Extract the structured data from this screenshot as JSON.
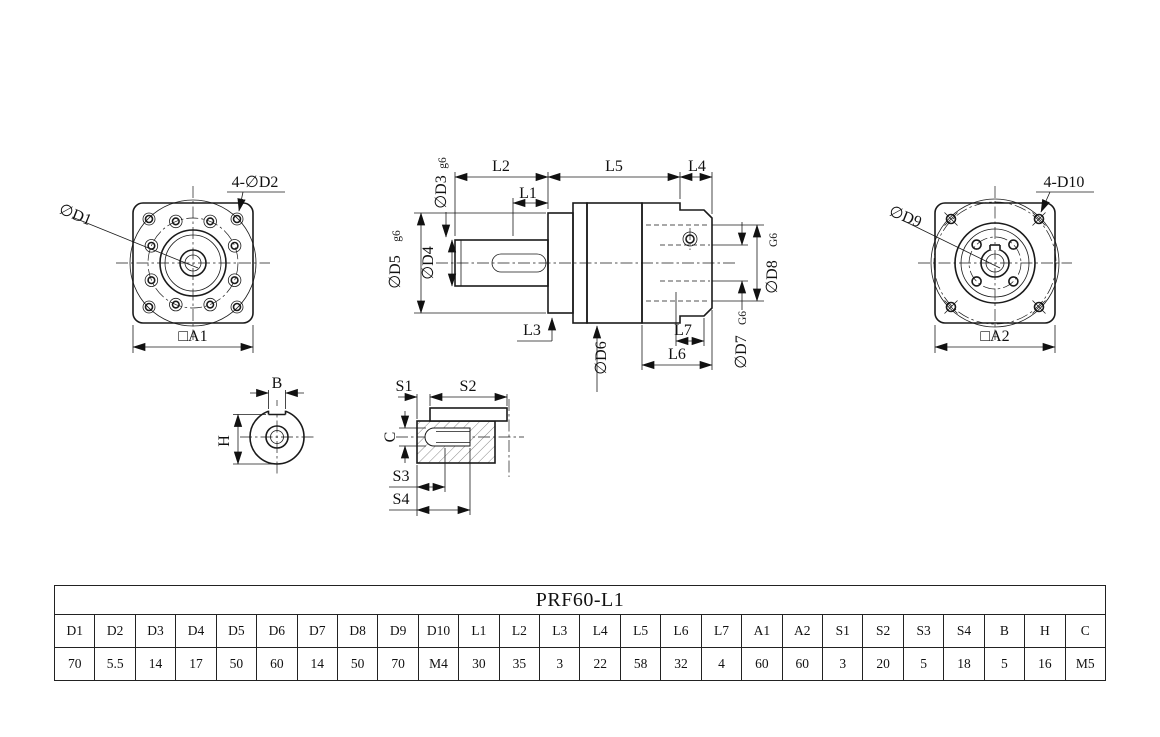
{
  "drawing": {
    "front_view": {
      "d1": "∅D1",
      "d2": "4-∅D2",
      "a1": "□A1"
    },
    "section_view": {
      "l1": "L1",
      "l2": "L2",
      "l3": "L3",
      "l4": "L4",
      "l5": "L5",
      "l6": "L6",
      "l7": "L7",
      "d3": "∅D3",
      "d3_tol": "g6",
      "d4": "∅D4",
      "d5": "∅D5",
      "d5_tol": "g6",
      "d6": "∅D6",
      "d7": "∅D7",
      "d7_tol": "G6",
      "d8": "∅D8",
      "d8_tol": "G6"
    },
    "rear_view": {
      "d9": "∅D9",
      "d10": "4-D10",
      "a2": "□A2"
    },
    "shaft_section_view": {
      "b": "B",
      "h": "H"
    },
    "tap_detail_view": {
      "s1": "S1",
      "s2": "S2",
      "s3": "S3",
      "s4": "S4",
      "c": "C"
    }
  },
  "table": {
    "title": "PRF60-L1",
    "headers": [
      "D1",
      "D2",
      "D3",
      "D4",
      "D5",
      "D6",
      "D7",
      "D8",
      "D9",
      "D10",
      "L1",
      "L2",
      "L3",
      "L4",
      "L5",
      "L6",
      "L7",
      "A1",
      "A2",
      "S1",
      "S2",
      "S3",
      "S4",
      "B",
      "H",
      "C"
    ],
    "values": [
      "70",
      "5.5",
      "14",
      "17",
      "50",
      "60",
      "14",
      "50",
      "70",
      "M4",
      "30",
      "35",
      "3",
      "22",
      "58",
      "32",
      "4",
      "60",
      "60",
      "3",
      "20",
      "5",
      "18",
      "5",
      "16",
      "M5"
    ]
  }
}
